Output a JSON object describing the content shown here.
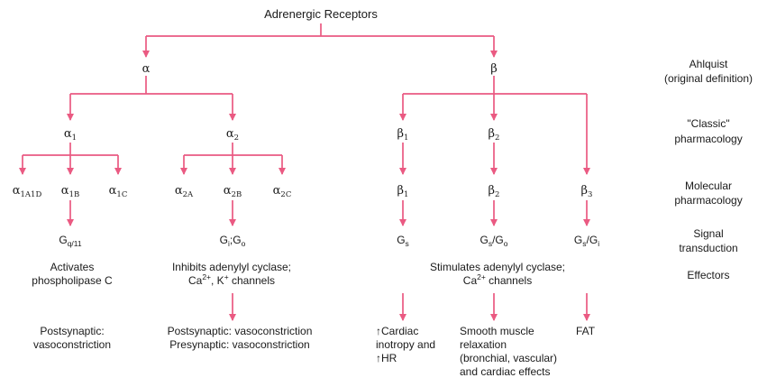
{
  "title": "Adrenergic Receptors",
  "colors": {
    "connector": "#ea5a82",
    "text": "#1a1a1a",
    "background": "#ffffff"
  },
  "levels": {
    "ahlquist": [
      "Ahlquist",
      "(original definition)"
    ],
    "classic": [
      "\"Classic\"",
      "pharmacology"
    ],
    "molecular": [
      "Molecular",
      "pharmacology"
    ],
    "signal": [
      "Signal",
      "transduction"
    ],
    "effectors": "Effectors"
  },
  "nodes": {
    "alpha": "α",
    "beta": "β",
    "alpha1": {
      "base": "α",
      "sub": "1"
    },
    "alpha2": {
      "base": "α",
      "sub": "2"
    },
    "beta1": {
      "base": "β",
      "sub": "1"
    },
    "beta2": {
      "base": "β",
      "sub": "2"
    },
    "alpha1A1D": {
      "base": "α",
      "sub": "1A1D"
    },
    "alpha1B": {
      "base": "α",
      "sub": "1B"
    },
    "alpha1C": {
      "base": "α",
      "sub": "1C"
    },
    "alpha2A": {
      "base": "α",
      "sub": "2A"
    },
    "alpha2B": {
      "base": "α",
      "sub": "2B"
    },
    "alpha2C": {
      "base": "α",
      "sub": "2C"
    },
    "beta1_mol": {
      "base": "β",
      "sub": "1"
    },
    "beta2_mol": {
      "base": "β",
      "sub": "2"
    },
    "beta3": {
      "base": "β",
      "sub": "3"
    }
  },
  "signals": {
    "gq11": {
      "base": "G",
      "sub": "q/11"
    },
    "gi_go": {
      "a": "G",
      "a_sub": "i",
      "sep": ";",
      "b": "G",
      "b_sub": "o"
    },
    "gs": {
      "base": "G",
      "sub": "s"
    },
    "gs_go": {
      "a": "G",
      "a_sub": "s",
      "sep": "/",
      "b": "G",
      "b_sub": "o"
    },
    "gs_gi": {
      "a": "G",
      "a_sub": "s",
      "sep": "/",
      "b": "G",
      "b_sub": "i"
    }
  },
  "effects": {
    "alpha1_line1": "Activates",
    "alpha1_line2": "phospholipase C",
    "alpha2_line1": "Inhibits adenylyl cyclase;",
    "alpha2_line2_ca": "Ca",
    "alpha2_line2_ca_sup": "2+",
    "alpha2_line2_mid": ", K",
    "alpha2_line2_k_sup": "+",
    "alpha2_line2_end": " channels",
    "beta_line1": "Stimulates adenylyl cyclase;",
    "beta_line2_ca": "Ca",
    "beta_line2_ca_sup": "2+",
    "beta_line2_end": " channels"
  },
  "outcomes": {
    "alpha1": [
      "Postsynaptic:",
      "vasoconstriction"
    ],
    "alpha2": [
      "Postsynaptic: vasoconstriction",
      "Presynaptic: vasoconstriction"
    ],
    "beta1": [
      "↑Cardiac",
      "inotropy and",
      "↑HR"
    ],
    "beta2": [
      "Smooth muscle",
      "relaxation",
      "(bronchial, vascular)",
      "and cardiac effects"
    ],
    "beta3": [
      "FAT"
    ]
  }
}
